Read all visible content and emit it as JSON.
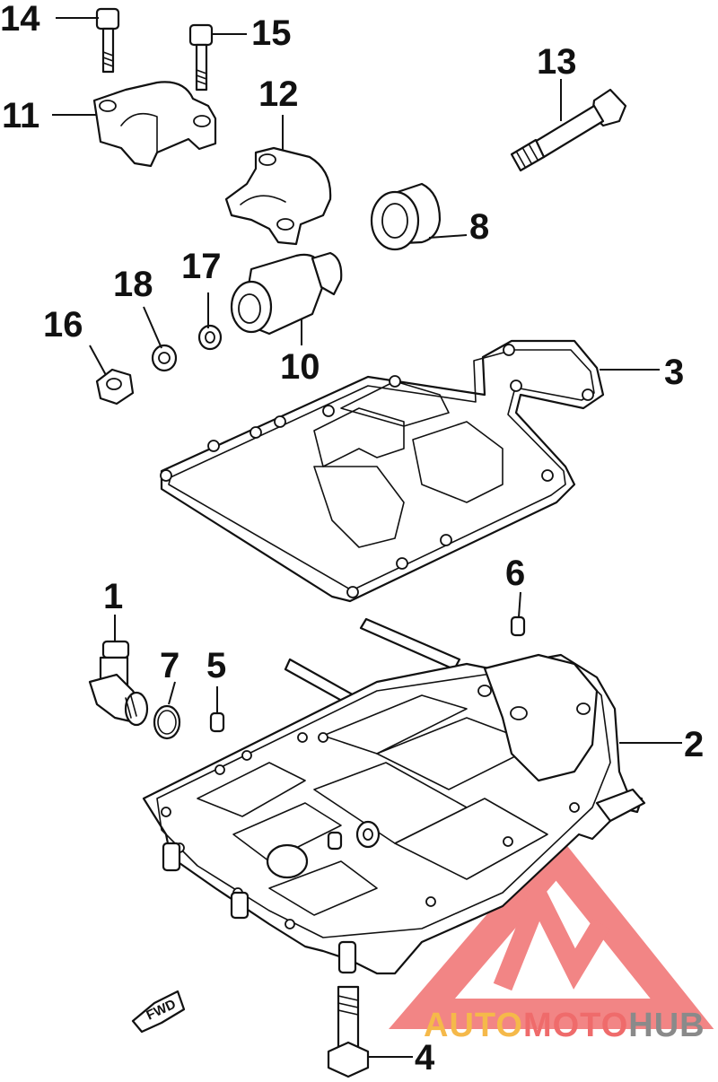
{
  "diagram": {
    "callouts": [
      {
        "id": "14",
        "label": "14"
      },
      {
        "id": "15",
        "label": "15"
      },
      {
        "id": "11",
        "label": "11"
      },
      {
        "id": "12",
        "label": "12"
      },
      {
        "id": "13",
        "label": "13"
      },
      {
        "id": "8",
        "label": "8"
      },
      {
        "id": "17",
        "label": "17"
      },
      {
        "id": "18",
        "label": "18"
      },
      {
        "id": "16",
        "label": "16"
      },
      {
        "id": "10",
        "label": "10"
      },
      {
        "id": "3",
        "label": "3"
      },
      {
        "id": "1",
        "label": "1"
      },
      {
        "id": "6",
        "label": "6"
      },
      {
        "id": "7",
        "label": "7"
      },
      {
        "id": "5",
        "label": "5"
      },
      {
        "id": "2",
        "label": "2"
      },
      {
        "id": "4",
        "label": "4"
      }
    ],
    "forward_arrow": {
      "label": "FWD"
    }
  },
  "watermark": {
    "part1": "AUTO",
    "part2": "MOTO",
    "part3": "HUB",
    "colors": {
      "part1": "#f5b94a",
      "part2": "#ef6b6b",
      "part3": "#8a8a8a",
      "logo": "#f07070"
    }
  }
}
